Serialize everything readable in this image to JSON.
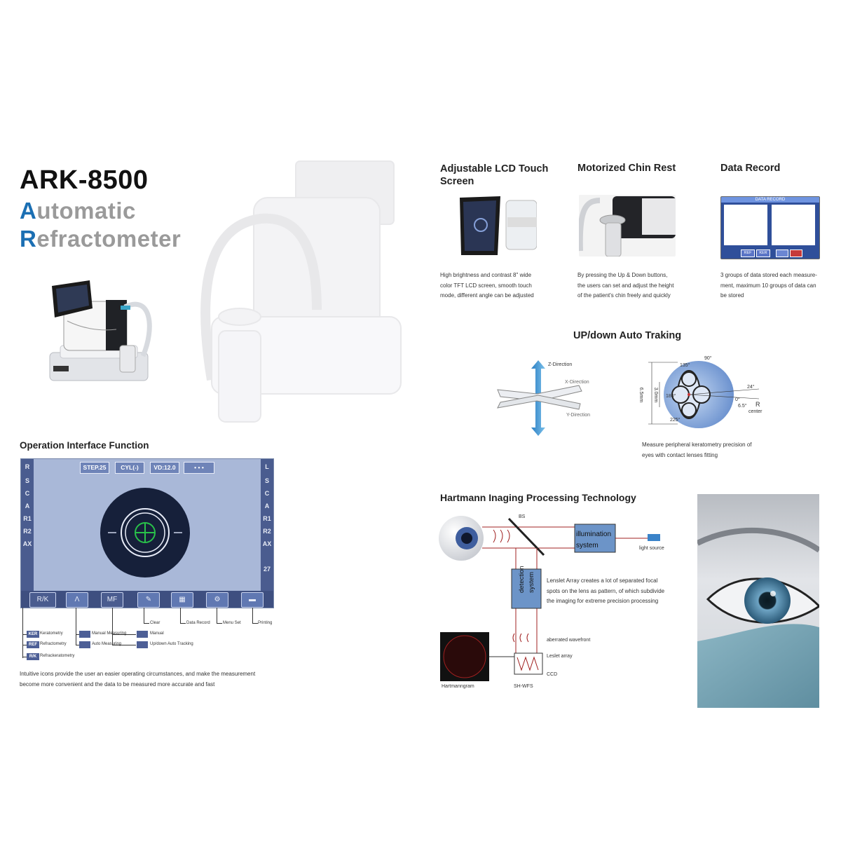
{
  "header": {
    "model": "ARK-8500",
    "line1_cap": "A",
    "line1_rest": "utomatic",
    "line2_cap": "R",
    "line2_rest": "efractometer"
  },
  "features": [
    {
      "title": "Adjustable LCD Touch Screen",
      "desc": [
        "High brightness and contrast 8\" wide",
        "color TFT LCD screen, smooth touch",
        "mode, different angle can be adjusted"
      ]
    },
    {
      "title": "Motorized Chin Rest",
      "desc": [
        "By pressing the Up & Down buttons,",
        "the users can set and adjust the height",
        "of the patient's chin freely and quickly"
      ]
    },
    {
      "title": "Data Record",
      "desc": [
        "3 groups of data stored each measure-",
        "ment, maximum 10 groups of data can",
        "be stored"
      ]
    }
  ],
  "data_record_screen": {
    "header": "DATA RECORD",
    "buttons": [
      "REF",
      "KER"
    ]
  },
  "tracking": {
    "title": "UP/down Auto Traking",
    "axes": [
      "Z-Direction",
      "X-Direction",
      "Y-Direction"
    ],
    "eye_labels": {
      "a90": "90°",
      "a135": "135°",
      "a180": "180°",
      "a225": "225°",
      "a24": "24°",
      "a0": "0°",
      "a65": "6.5°",
      "r": "R",
      "center": "center",
      "d65mm": "6.5mm",
      "d30mm": "3.0mm"
    },
    "caption": [
      "Measure peripheral keratometry precision of",
      "eyes with contact lenses fitting"
    ]
  },
  "operation": {
    "title": "Operation Interface Function",
    "left_labels": [
      "R",
      "S",
      "C",
      "A",
      "R1",
      "R2",
      "AX"
    ],
    "right_labels": [
      "L",
      "S",
      "C",
      "A",
      "R1",
      "R2",
      "AX"
    ],
    "top_buttons": [
      "STEP.25",
      "CYL(-)",
      "VD:12.0",
      "• • •"
    ],
    "corner_number": "27",
    "bottom_buttons": [
      "R/K",
      "Λ",
      "MF",
      "✎",
      "▦",
      "⚙",
      "▬"
    ],
    "callouts": [
      "Clear",
      "Data Record",
      "Menu Set",
      "Printing"
    ],
    "legend_col1": [
      {
        "chip": "KER",
        "label": "Keratometry"
      },
      {
        "chip": "REF",
        "label": "Refractometry"
      },
      {
        "chip": "R/K",
        "label": "Refrackeratometry"
      }
    ],
    "legend_col2": [
      {
        "chip": "",
        "label": "Manual Measuring"
      },
      {
        "chip": "",
        "label": "Auto Measuring"
      }
    ],
    "legend_col3": [
      {
        "chip": "",
        "label": "Manual"
      },
      {
        "chip": "",
        "label": "Up/down Auto Tracking"
      }
    ],
    "caption": [
      "Intuitive icons provide the user an easier operating circumstances, and make the measurement",
      "become more convenient and the data to be measured more accurate and fast"
    ]
  },
  "hartmann": {
    "title": "Hartmann Inaging Processing Technology",
    "bs": "BS",
    "illumination": [
      "illumination",
      "system"
    ],
    "light_source": "light source",
    "detection": [
      "detection",
      "system"
    ],
    "lenslet_desc": [
      "Lenslet Array creates a lot of separated focal",
      "spots on the lens as pattern, of which subdivide",
      "the imaging for extreme precision processing"
    ],
    "aberrated": "aberrated wavefront",
    "lenslet_array": "Leslet array",
    "ccd": "CCD",
    "hartmanngram": "Hartmanngram",
    "shwfs": "SH-WFS"
  }
}
